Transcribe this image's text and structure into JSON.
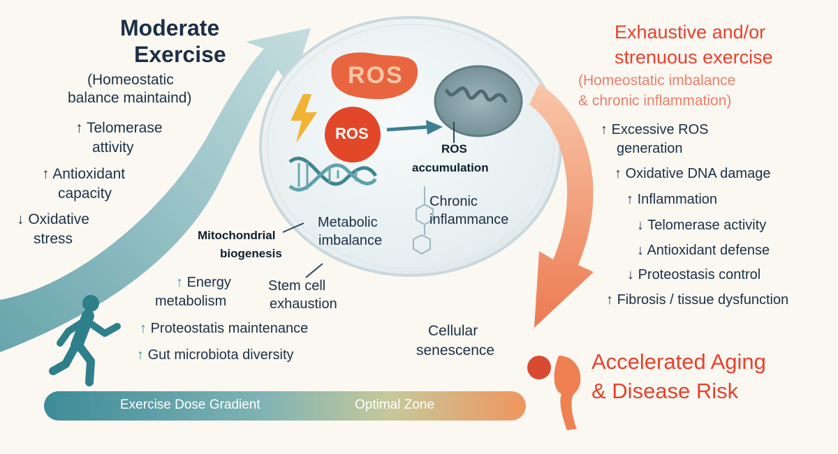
{
  "moderate": {
    "title_line1": "Moderate",
    "title_line2": "Exercise",
    "subtitle_line1": "(Homeostatic",
    "subtitle_line2": "balance maintaind)",
    "items": [
      {
        "arrow": "↑",
        "line1": "Telomerase",
        "line2": "attivity"
      },
      {
        "arrow": "↑",
        "line1": "Antioxidant",
        "line2": "capacity"
      },
      {
        "arrow": "↓",
        "line1": "Oxidative",
        "line2": "stress"
      }
    ]
  },
  "middle": {
    "mito_line1": "Mitochondrial",
    "mito_line2": "biogenesis",
    "energy": {
      "arrow": "↑",
      "line1": "Energy",
      "line2": "metabolism"
    },
    "proteostasis": {
      "arrow": "↑",
      "text": "Proteostatis maintenance"
    },
    "gut": {
      "arrow": "↑",
      "text": "Gut microbiota diversity"
    },
    "stem_line1": "Stem cell",
    "stem_line2": "exhaustion"
  },
  "cell": {
    "ros_badge": "ROS",
    "ros_shape": "ROS",
    "ros_accum_line1": "ROS",
    "ros_accum_line2": "accumulation",
    "chronic_line1": "Chronic",
    "chronic_line2": "inflammance",
    "metabolic_line1": "Metabolic",
    "metabolic_line2": "imbalance"
  },
  "exhaustive": {
    "title_line1": "Exhaustive and/or",
    "title_line2": "strenuous exercise",
    "subtitle_line1": "(Homeostatic imbalance",
    "subtitle_line2": "& chronic inflammation)",
    "items": [
      {
        "arrow": "↑",
        "text": "Excessive ROS"
      },
      {
        "arrow": "",
        "text": "generation"
      },
      {
        "arrow": "↑",
        "text": "Oxidative DNA damage"
      },
      {
        "arrow": "↑",
        "text": "Inflammation"
      },
      {
        "arrow": "↓",
        "text": "Telomerase activity"
      },
      {
        "arrow": "↓",
        "text": "Antioxidant defense"
      },
      {
        "arrow": "↓",
        "text": "Proteostasis control"
      },
      {
        "arrow": "↑",
        "text": "Fibrosis / tissue dysfunction"
      }
    ]
  },
  "senescence": {
    "line1": "Cellular",
    "line2": "senescence"
  },
  "aging": {
    "line1": "Accelerated Aging",
    "line2": "& Disease Risk"
  },
  "gradient": {
    "label1": "Exercise Dose Gradient",
    "label2": "Optimal Zone"
  },
  "colors": {
    "teal": "#5a9fa8",
    "teal_dark": "#2f7f8c",
    "orange": "#e8402b",
    "salmon": "#ee8a66",
    "navy": "#1b3046",
    "cell_fill": "#e9f0f2"
  },
  "icons": [
    "runner-icon",
    "lightning-icon",
    "dna-helix-icon",
    "mitochondrion-icon",
    "molecule-icon",
    "hunched-figure-icon"
  ]
}
